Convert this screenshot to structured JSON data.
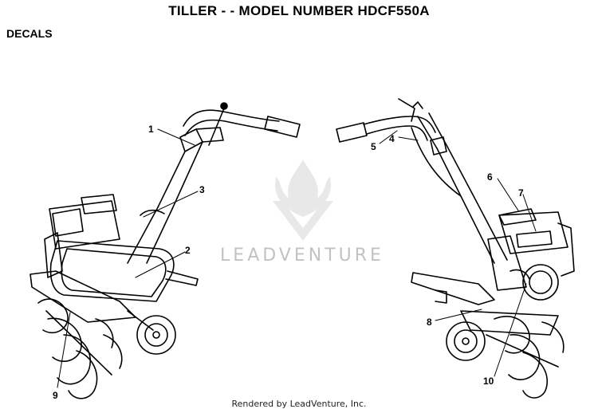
{
  "header": {
    "title": "TILLER - - MODEL NUMBER HDCF550A",
    "section": "DECALS"
  },
  "callouts": {
    "c1": "1",
    "c2": "2",
    "c3": "3",
    "c4": "4",
    "c5": "5",
    "c6": "6",
    "c7": "7",
    "c8": "8",
    "c9": "9",
    "c10": "10"
  },
  "watermark": {
    "text": "LEADVENTURE"
  },
  "footer": {
    "text": "Rendered by LeadVenture, Inc."
  },
  "colors": {
    "line": "#000000",
    "watermark": "#9a9a9a"
  }
}
